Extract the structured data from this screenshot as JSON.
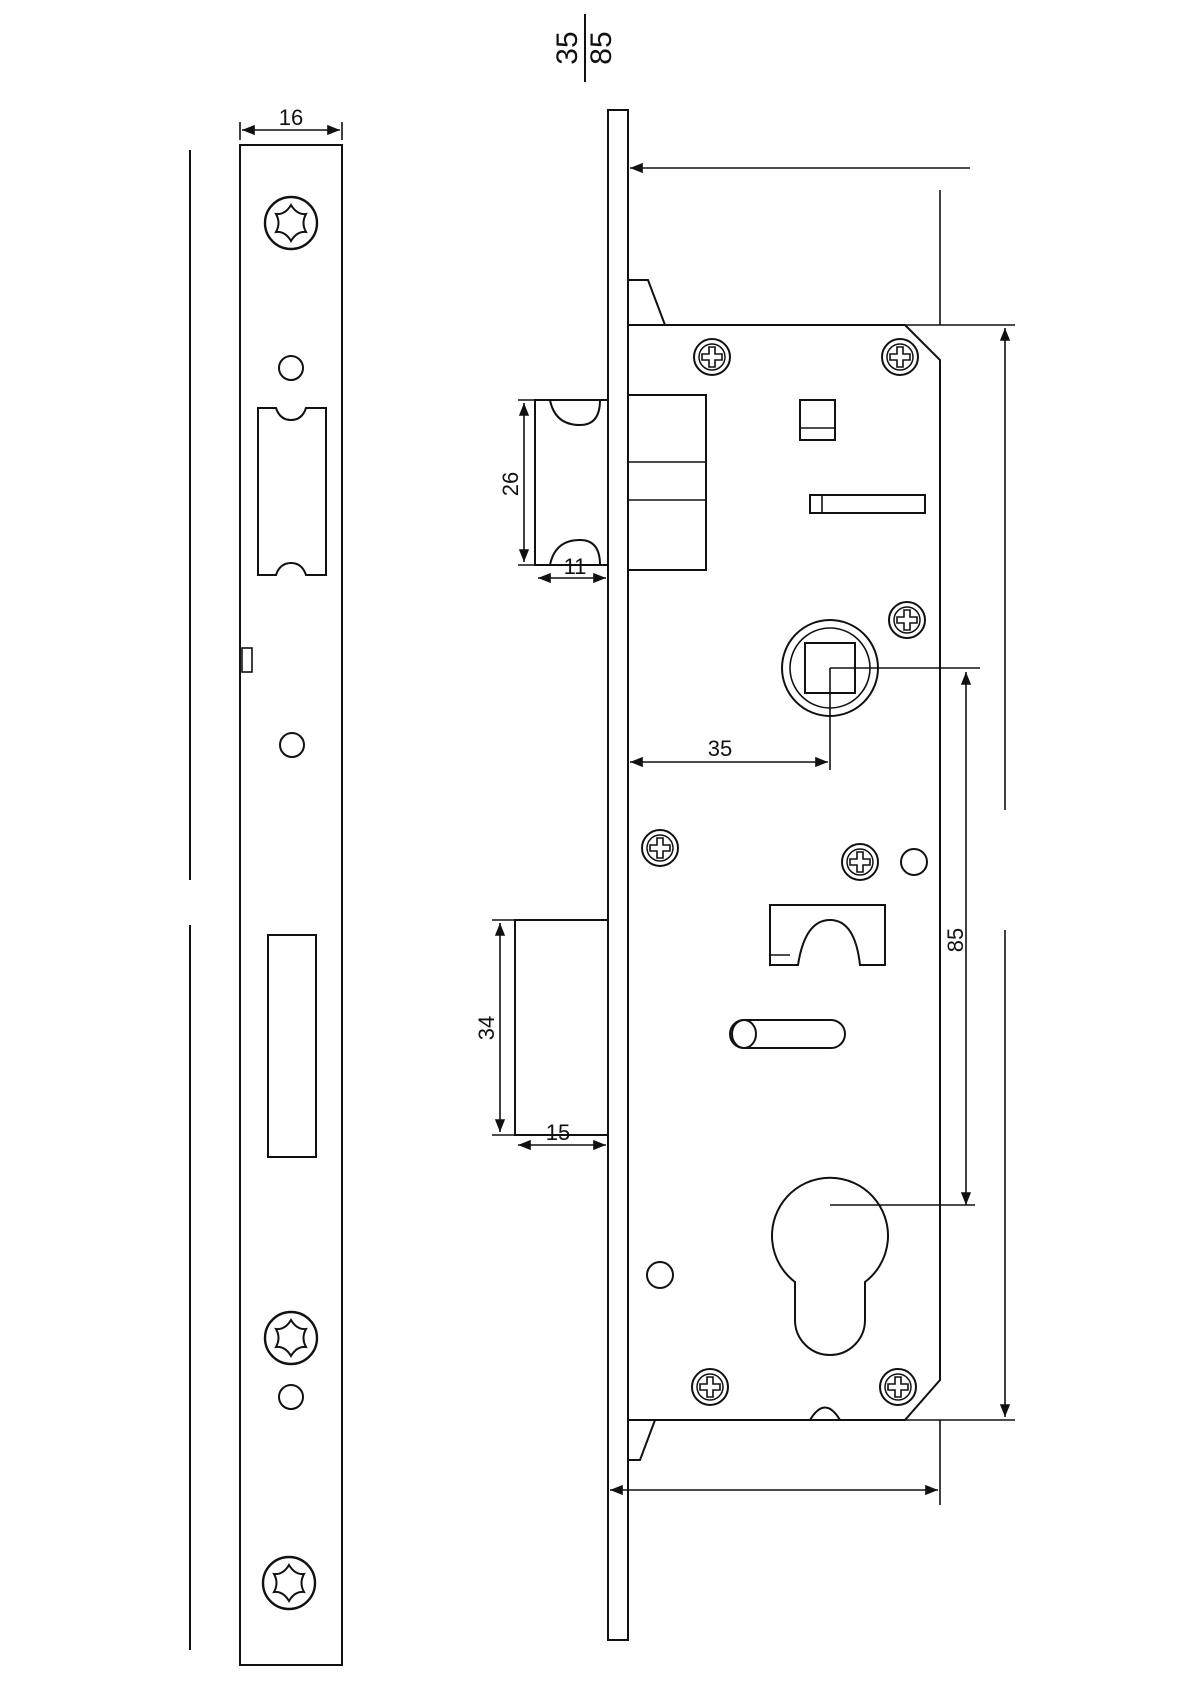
{
  "header": {
    "label_top": "35",
    "label_bottom": "85"
  },
  "faceplate": {
    "width_label": "16"
  },
  "lock_body": {
    "latch_height_label": "26",
    "latch_projection_label": "11",
    "backset_label": "35",
    "bolt_height_label": "34",
    "bolt_projection_label": "15",
    "center_distance_label": "85"
  }
}
